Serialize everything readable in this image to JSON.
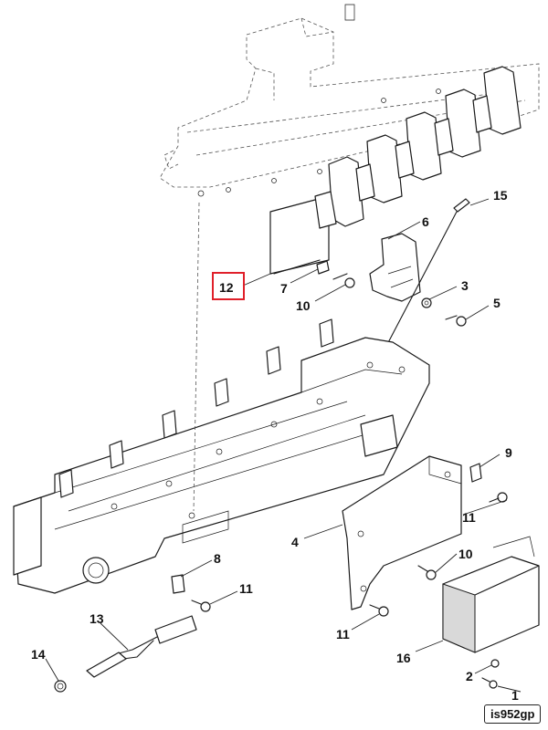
{
  "callouts": {
    "c1": "1",
    "c2": "2",
    "c3": "3",
    "c4": "4",
    "c5": "5",
    "c6": "6",
    "c7": "7",
    "c8": "8",
    "c9": "9",
    "c10a": "10",
    "c10b": "10",
    "c11a": "11",
    "c11b": "11",
    "c11c": "11",
    "c12": "12",
    "c13": "13",
    "c14": "14",
    "c15": "15",
    "c16": "16"
  },
  "drawing_id": "is952gp",
  "highlight": {
    "callout": "12",
    "color": "#e0202a"
  }
}
